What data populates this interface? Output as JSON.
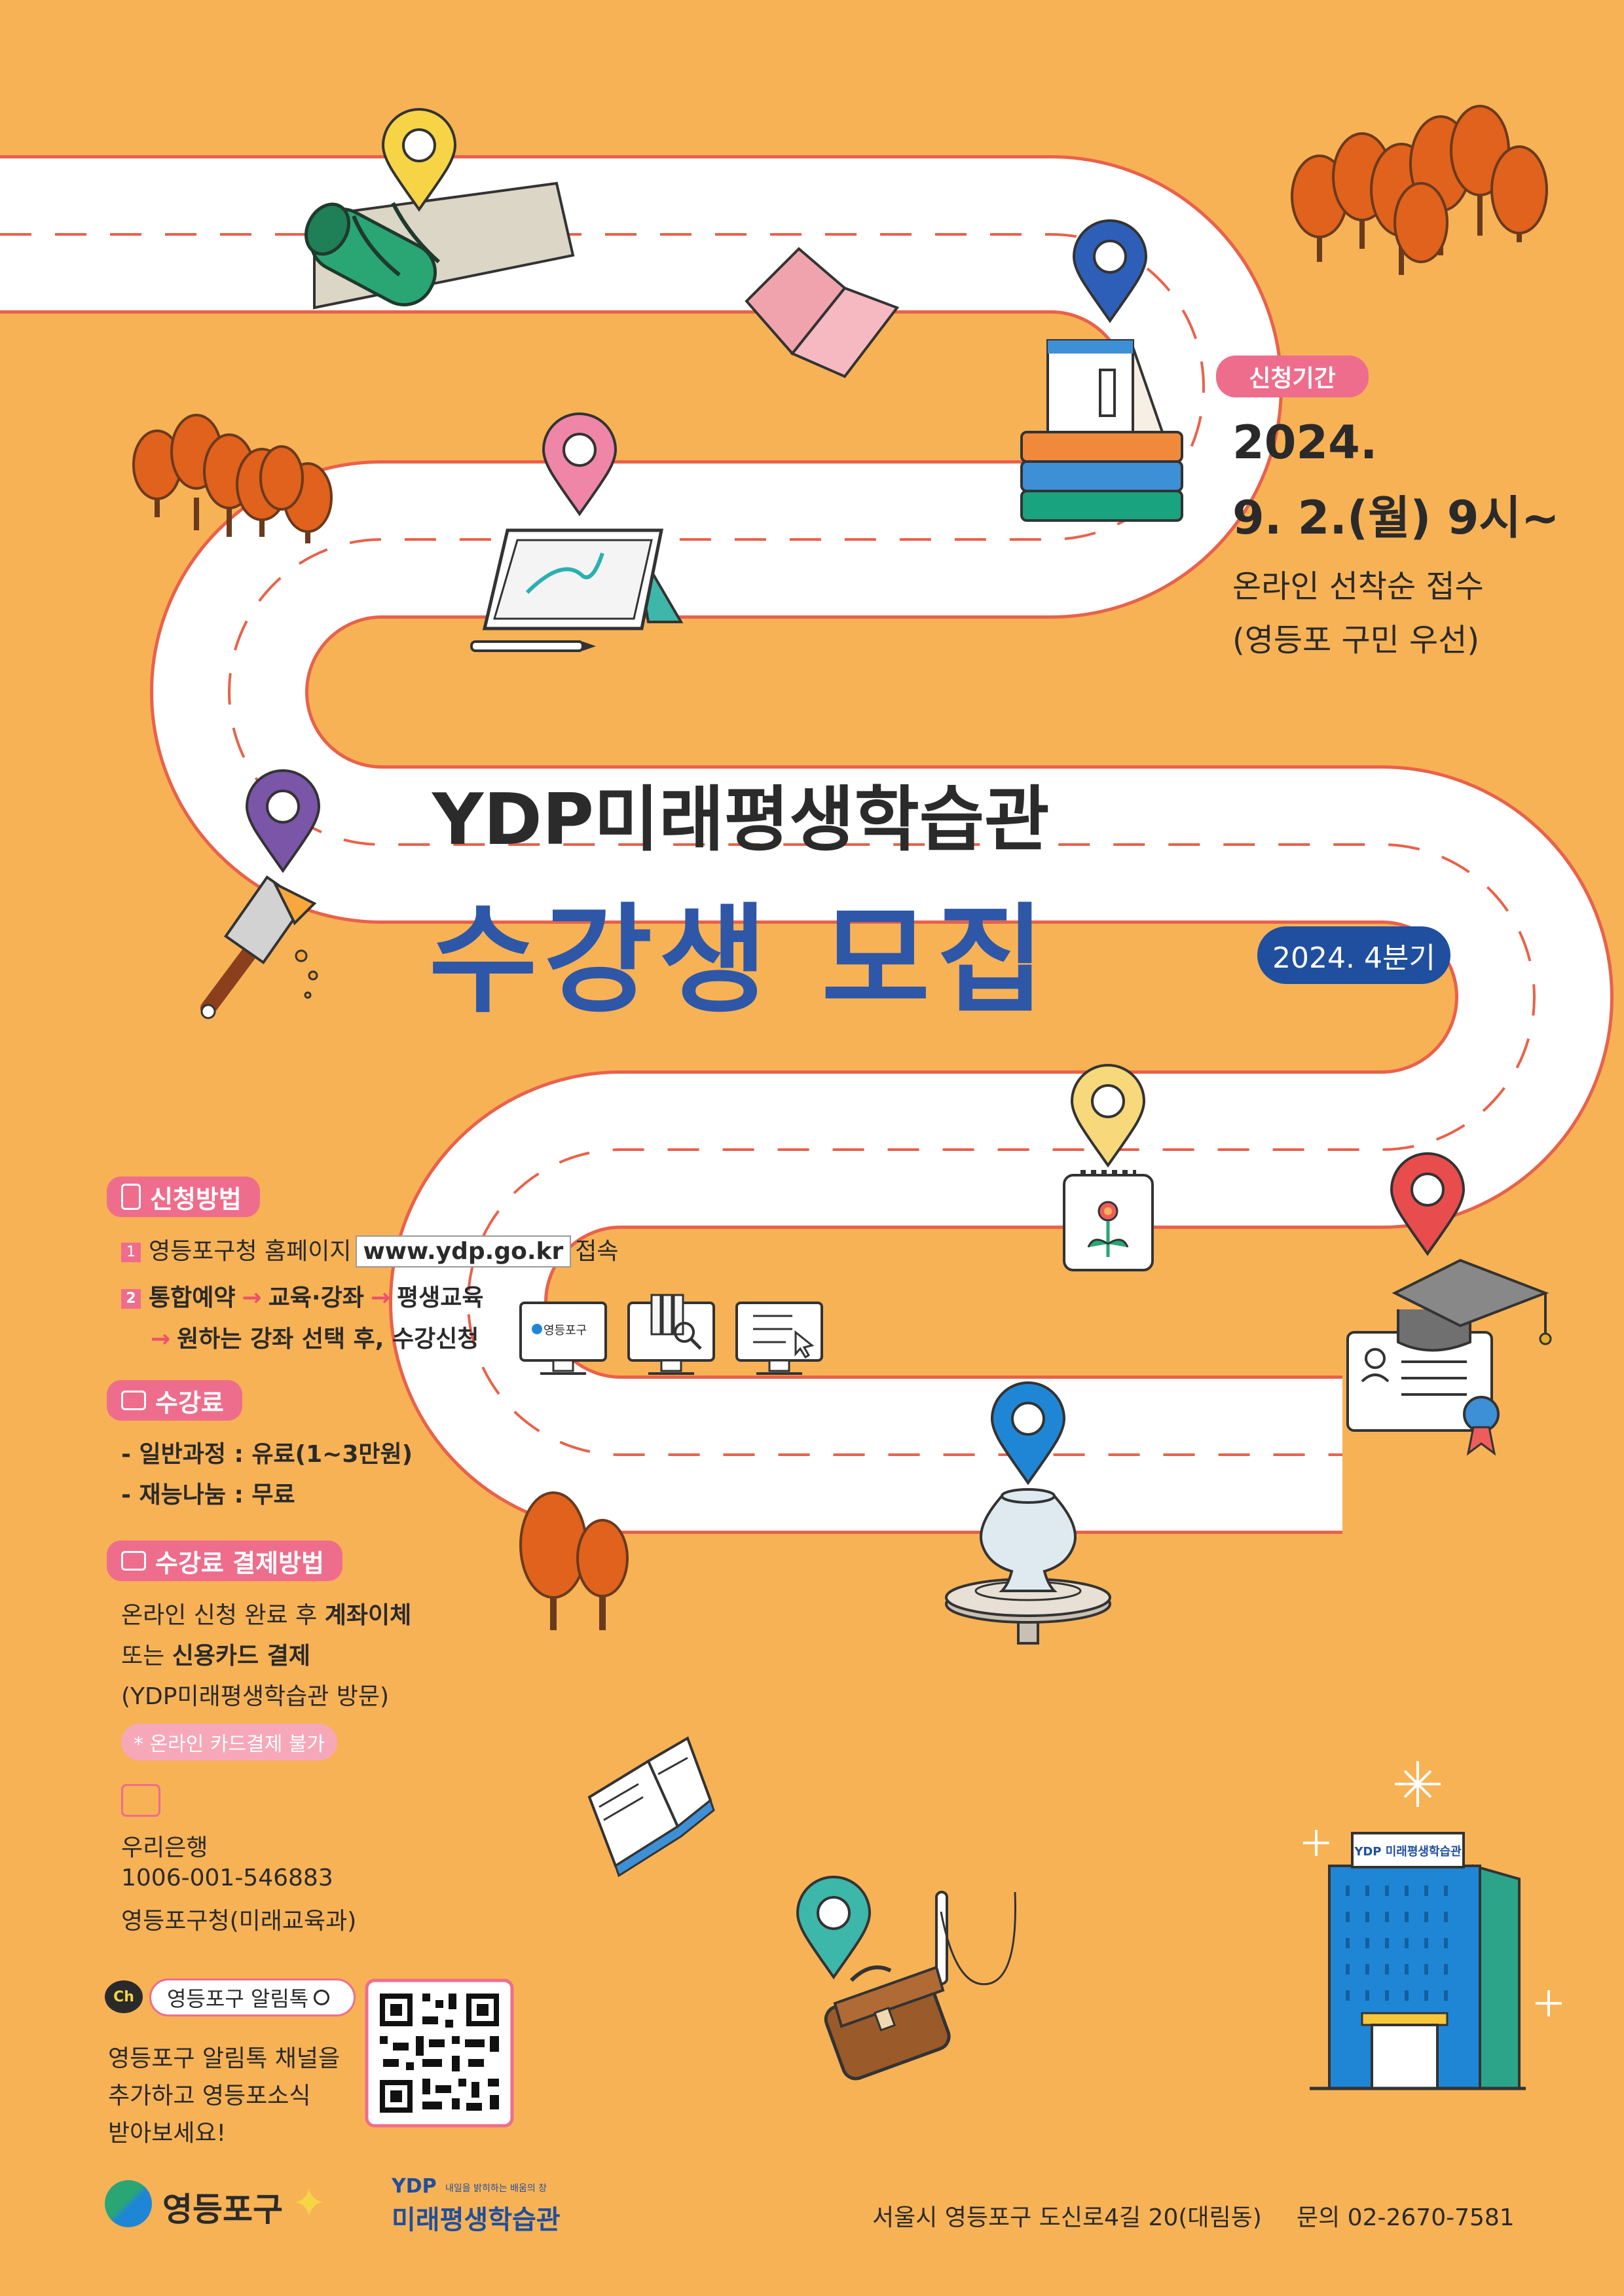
{
  "period": {
    "label": "신청기간",
    "year": "2024.",
    "date": "9. 2.(월) 9시~",
    "line1": "온라인 선착순 접수",
    "line2": "(영등포 구민 우선)"
  },
  "title": {
    "org": "YDP미래평생학습관",
    "main": "수강생 모집",
    "badge": "2024. 4분기"
  },
  "apply": {
    "label": "신청방법",
    "step1_num": "1",
    "step1_pre": "영등포구청 홈페이지",
    "step1_url": "www.ydp.go.kr",
    "step1_post": "접속",
    "step2_num": "2",
    "step2_a": "통합예약",
    "step2_b": "교육·강좌",
    "step2_c": "평생교육",
    "step2_d": "원하는 강좌 선택 후, 수강신청",
    "arrow": "→",
    "monitor1_text": "영등포구"
  },
  "fee": {
    "label": "수강료",
    "line1": "- 일반과정 : 유료(1~3만원)",
    "line2": "- 재능나눔 : 무료"
  },
  "payment": {
    "label": "수강료 결제방법",
    "line1_pre": "온라인 신청 완료 후 ",
    "line1_bold": "계좌이체",
    "line2_pre": "또는 ",
    "line2_bold": "신용카드 결제",
    "line3": "(YDP미래평생학습관 방문)",
    "notice": "* 온라인 카드결제 불가",
    "bank": "우리은행",
    "account": "1006-001-546883",
    "holder": "영등포구청(미래교육과)"
  },
  "kakao": {
    "ch": "Ch",
    "search": "영등포구 알림톡",
    "desc1": "영등포구 알림톡 채널을",
    "desc2": "추가하고 영등포소식",
    "desc3": "받아보세요!"
  },
  "footer": {
    "logo_gu": "영등포구",
    "logo_ydp_small": "YDP",
    "logo_ydp_tag": "내일을 밝히하는 배움의 창",
    "logo_ydp_name": "미래평생학습관",
    "address": "서울시 영등포구 도신로4길 20(대림동)",
    "contact": "문의 02-2670-7581"
  },
  "building_sign": "YDP 미래평생학습관",
  "colors": {
    "background": "#f7b256",
    "road": "#ffffff",
    "road_edge": "#e9614a",
    "pink": "#ee6d8c",
    "blue_title": "#2f57a8",
    "badge_blue": "#1f4f9e",
    "tree": "#e0621c"
  },
  "icons": [
    "map-pin-icon",
    "yoga-mat-icon",
    "book-icon",
    "tablet-icon",
    "paint-brush-icon",
    "graduation-cap-icon",
    "pottery-icon",
    "bag-icon",
    "building-icon",
    "qr-code-icon",
    "search-icon",
    "card-icon",
    "wallet-icon",
    "phone-icon"
  ]
}
